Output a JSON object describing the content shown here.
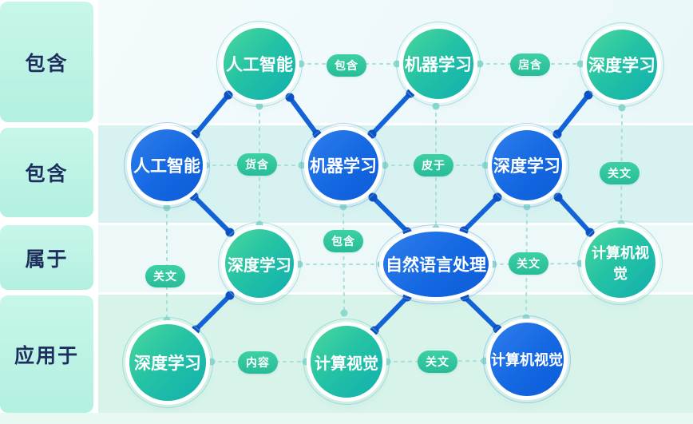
{
  "sidebar": {
    "rows": [
      "包含",
      "包含",
      "属于",
      "应用于"
    ]
  },
  "nodes": [
    {
      "label": "人工智能",
      "color": "green",
      "row": 1
    },
    {
      "label": "机器学习",
      "color": "green",
      "row": 1
    },
    {
      "label": "深度学习",
      "color": "green",
      "row": 1
    },
    {
      "label": "人工智能",
      "color": "blue",
      "row": 2
    },
    {
      "label": "机器学习",
      "color": "blue",
      "row": 2
    },
    {
      "label": "深度学习",
      "color": "blue",
      "row": 2
    },
    {
      "label": "深度学习",
      "color": "green",
      "row": 3
    },
    {
      "label": "自然语言处理",
      "color": "blue",
      "row": 3
    },
    {
      "label": "计算机视觉",
      "color": "green",
      "row": 3
    },
    {
      "label": "深度学习",
      "color": "green",
      "row": 4
    },
    {
      "label": "计算视觉",
      "color": "green",
      "row": 4
    },
    {
      "label": "计算机视觉",
      "color": "blue",
      "row": 4
    }
  ],
  "edge_labels": [
    {
      "label": "包含"
    },
    {
      "label": "扂含"
    },
    {
      "label": "货含"
    },
    {
      "label": "皮于"
    },
    {
      "label": "关文"
    },
    {
      "label": "关文"
    },
    {
      "label": "包含"
    },
    {
      "label": "关文"
    },
    {
      "label": "内容"
    },
    {
      "label": "关文"
    }
  ],
  "colors": {
    "sidebar_cell": "#bdf3e5",
    "sidebar_text": "#1e2f5f",
    "band_light": "#eff9fb",
    "band_teal": "#d7f2f1",
    "band_mint": "#d7f3ea",
    "node_green_start": "#4cd79d",
    "node_green_end": "#12b1ae",
    "node_blue": "#1468e2",
    "pill_green": "#2fc7a0",
    "dashed_edge": "#a8dfd8",
    "dashed_dot": "#8bd9cf",
    "solid_edge": "#1363d8",
    "solid_dot": "#0c52c5"
  }
}
